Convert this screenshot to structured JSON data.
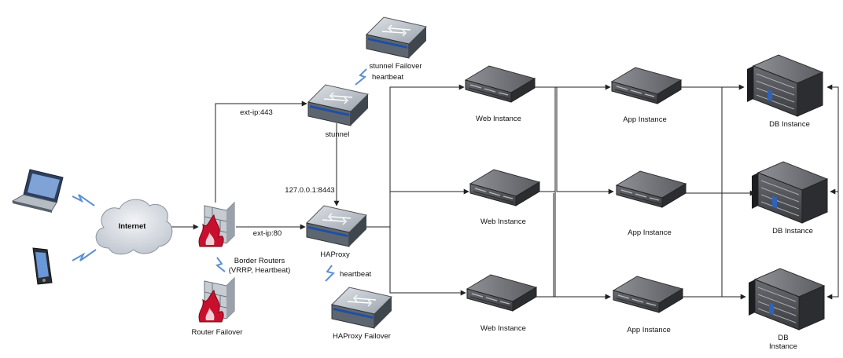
{
  "nodes": {
    "internet": {
      "label": "Internet",
      "icon": "cloud-icon"
    },
    "laptop": {
      "label": "",
      "icon": "laptop-icon"
    },
    "phone": {
      "label": "",
      "icon": "smartphone-icon"
    },
    "border_routers": {
      "label": "Border Routers",
      "sublabel": "(VRRP, Heartbeat)",
      "icon": "firewall-icon"
    },
    "router_failover": {
      "label": "Router Failover",
      "icon": "firewall-icon"
    },
    "stunnel": {
      "label": "stunnel",
      "icon": "network-switch-icon"
    },
    "stunnel_failover": {
      "label": "stunnel Failover",
      "icon": "network-switch-icon"
    },
    "haproxy": {
      "label": "HAProxy",
      "icon": "network-switch-icon"
    },
    "haproxy_failover": {
      "label": "HAProxy Failover",
      "icon": "network-switch-icon"
    },
    "web_instances": [
      {
        "label": "Web Instance",
        "icon": "server-icon"
      },
      {
        "label": "Web Instance",
        "icon": "server-icon"
      },
      {
        "label": "Web Instance",
        "icon": "server-icon"
      }
    ],
    "app_instances": [
      {
        "label": "App Instance",
        "icon": "server-icon"
      },
      {
        "label": "App Instance",
        "icon": "server-icon"
      },
      {
        "label": "App Instance",
        "icon": "server-icon"
      }
    ],
    "db_instances": [
      {
        "label": "DB Instance",
        "icon": "database-server-icon"
      },
      {
        "label": "DB Instance",
        "icon": "database-server-icon"
      },
      {
        "label": "DB\nInstance",
        "icon": "database-server-icon"
      }
    ]
  },
  "edge_labels": {
    "ext_443": "ext-ip:443",
    "ext_80": "ext-ip:80",
    "loopback": "127.0.0.1:8443",
    "stunnel_heartbeat": "heartbeat",
    "haproxy_heartbeat": "heartbeat"
  },
  "colors": {
    "edge": "#222222",
    "cloud_fill": "#d9dde3",
    "switch_body": "#5d6670",
    "switch_top": "#c5cbd2",
    "switch_stripe": "#1f4fa5",
    "server_dark": "#2e2f33",
    "server_mid": "#55575c",
    "server_light": "#9a9ca1",
    "brick": "#c7ccd3",
    "flame": "#c8102e"
  }
}
